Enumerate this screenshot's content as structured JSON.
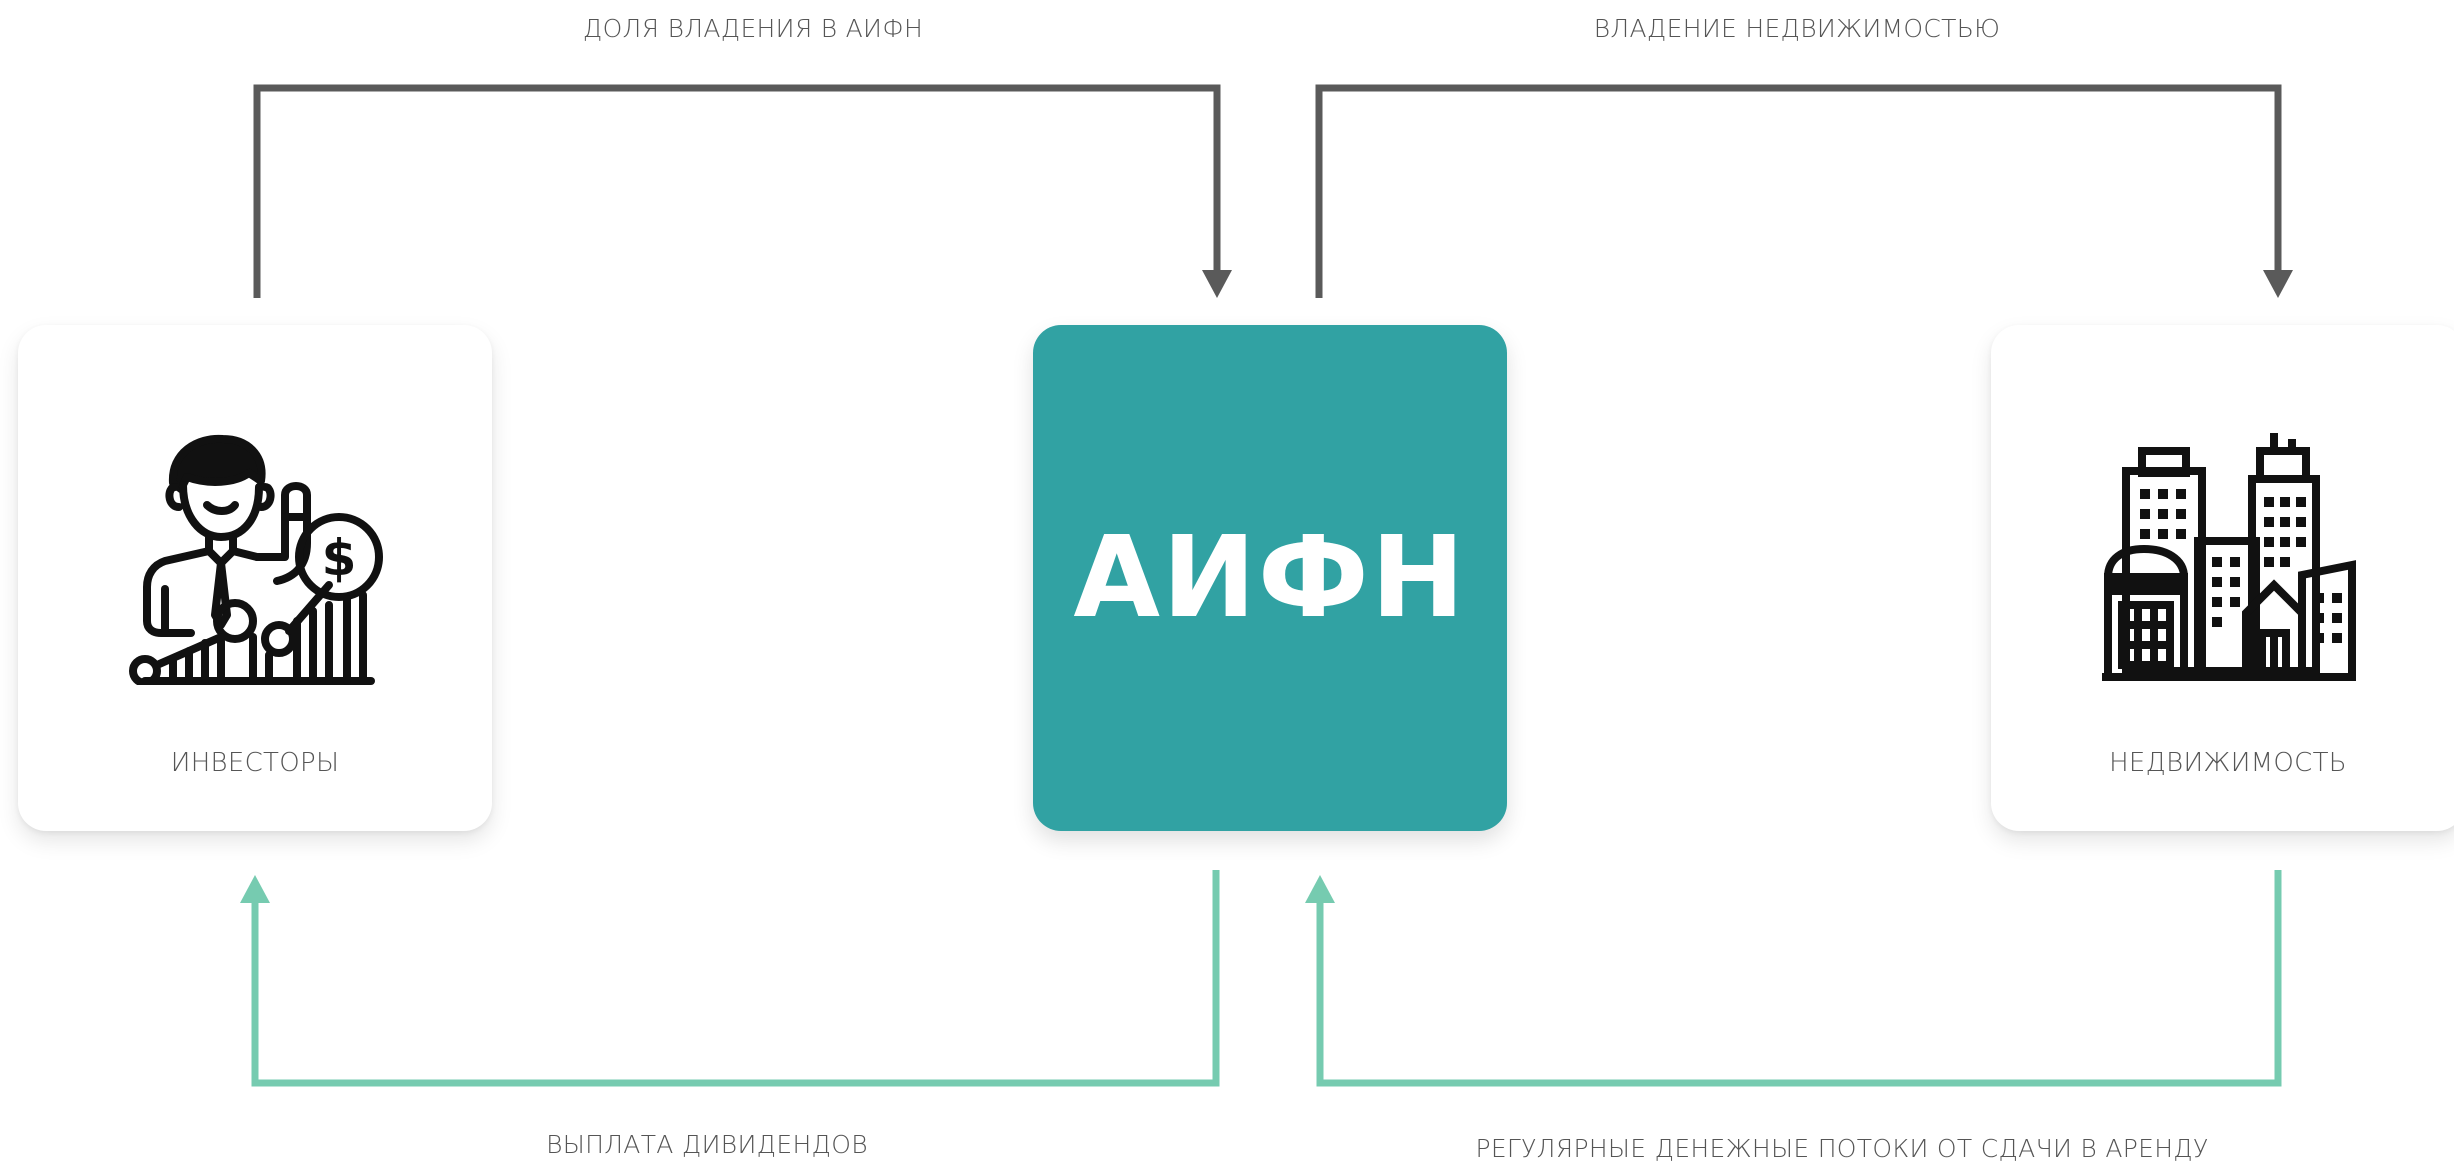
{
  "labels": {
    "top_left": "ДОЛЯ ВЛАДЕНИЯ В АИФН",
    "top_right": "ВЛАДЕНИЕ НЕДВИЖИМОСТЬЮ",
    "bottom_left": "ВЫПЛАТА ДИВИДЕНДОВ",
    "bottom_right": "РЕГУЛЯРНЫЕ ДЕНЕЖНЫЕ ПОТОКИ ОТ СДАЧИ В АРЕНДУ"
  },
  "nodes": {
    "investors": {
      "caption": "ИНВЕСТОРЫ",
      "icon": "investor-icon"
    },
    "fund": {
      "title": "АИФН"
    },
    "realty": {
      "caption": "НЕДВИЖИМОСТЬ",
      "icon": "buildings-icon"
    }
  },
  "colors": {
    "ownership_arrow": "#5a5a5a",
    "cashflow_arrow": "#76cbb0",
    "fund_fill": "#31a2a3"
  }
}
